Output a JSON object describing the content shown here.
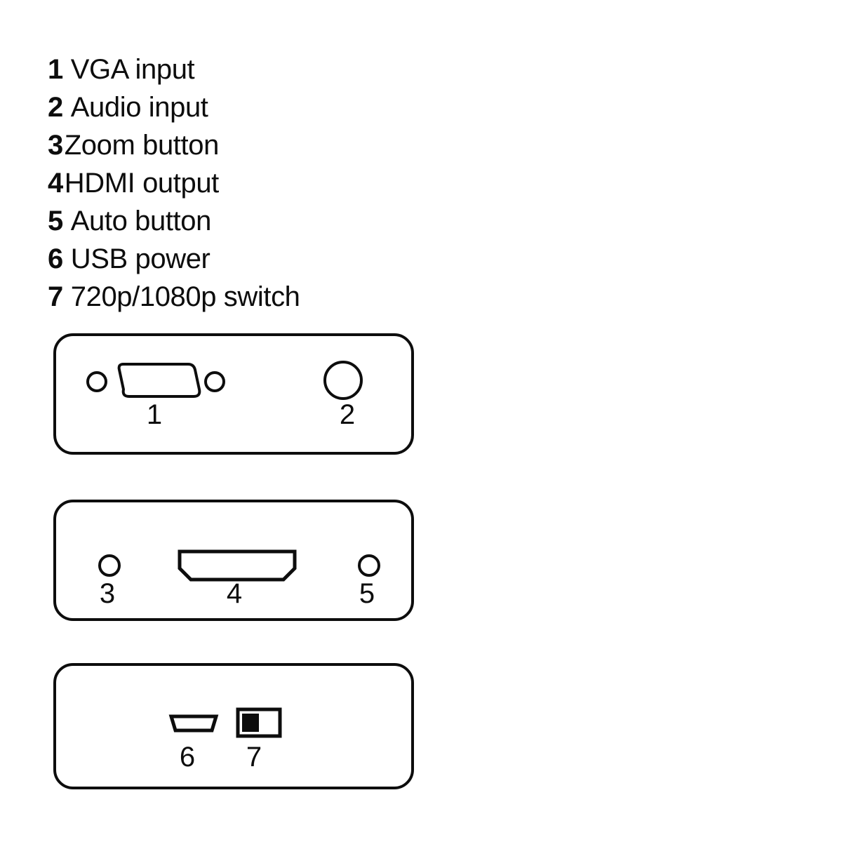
{
  "legend": {
    "items": [
      {
        "num": "1",
        "label": "VGA input",
        "spacing": "wide"
      },
      {
        "num": "2",
        "label": "Audio input",
        "spacing": "wide"
      },
      {
        "num": "3",
        "label": "Zoom button",
        "spacing": "none"
      },
      {
        "num": "4",
        "label": "HDMI output",
        "spacing": "none"
      },
      {
        "num": "5",
        "label": "Auto button",
        "spacing": "wide"
      },
      {
        "num": "6",
        "label": "USB power",
        "spacing": "wide"
      },
      {
        "num": "7",
        "label": "720p/1080p switch",
        "spacing": "wide"
      }
    ]
  },
  "panels": [
    {
      "id": "front-panel",
      "ports": [
        {
          "icon": "vga-port-icon",
          "callout": "1"
        },
        {
          "icon": "audio-jack-icon",
          "callout": "2"
        }
      ]
    },
    {
      "id": "rear-panel",
      "ports": [
        {
          "icon": "zoom-button-icon",
          "callout": "3"
        },
        {
          "icon": "hdmi-port-icon",
          "callout": "4"
        },
        {
          "icon": "auto-button-icon",
          "callout": "5"
        }
      ]
    },
    {
      "id": "side-panel",
      "ports": [
        {
          "icon": "micro-usb-port-icon",
          "callout": "6"
        },
        {
          "icon": "resolution-switch-icon",
          "callout": "7"
        }
      ]
    }
  ],
  "colors": {
    "line": "#0d0d0d",
    "background": "#ffffff",
    "switch_fill": "#0d0d0d"
  }
}
